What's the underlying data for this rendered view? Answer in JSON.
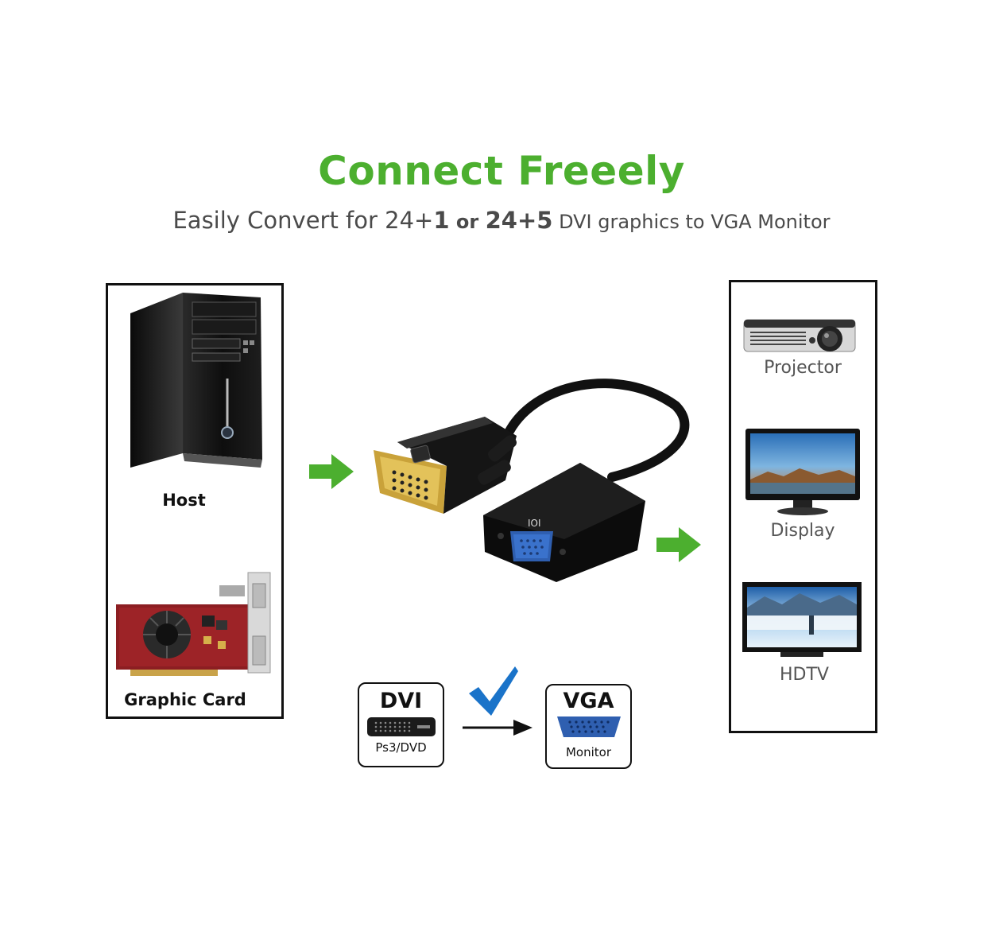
{
  "header": {
    "title": "Connect Freeely",
    "subtitle_prefix": "Easily Convert for 24+",
    "subtitle_bold1": "1",
    "subtitle_or": " or ",
    "subtitle_bold2": "24+5",
    "subtitle_suffix": " DVI graphics to VGA Monitor"
  },
  "source_panel": {
    "host_label": "Host",
    "card_label": "Graphic Card"
  },
  "output_panel": {
    "devices": [
      {
        "label": "Projector",
        "icon": "projector-icon"
      },
      {
        "label": "Display",
        "icon": "display-icon"
      },
      {
        "label": "HDTV",
        "icon": "hdtv-icon"
      }
    ]
  },
  "conversion": {
    "from_title": "DVI",
    "from_sub": "Ps3/DVD",
    "to_title": "VGA",
    "to_sub": "Monitor"
  },
  "colors": {
    "accent_green": "#4caf2f",
    "check_blue": "#1a73c9",
    "vga_blue": "#2f5fb0"
  }
}
